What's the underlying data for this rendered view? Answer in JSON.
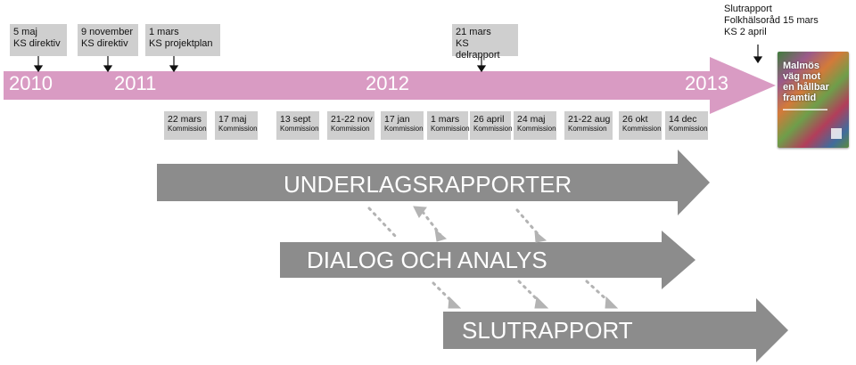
{
  "colors": {
    "timeline": "#d99bc3",
    "phase_arrow": "#8c8c8c",
    "box": "#cfcfcf",
    "dotted": "#b3b3b3"
  },
  "timeline": {
    "years": [
      "2010",
      "2011",
      "2012",
      "2013"
    ]
  },
  "top_events": [
    {
      "text": "5 maj\nKS direktiv"
    },
    {
      "text": "9 november\nKS direktiv"
    },
    {
      "text": "1 mars\nKS projektplan"
    },
    {
      "text": "21 mars\nKS delrapport"
    }
  ],
  "final_event": [
    "Slutrapport",
    "Folkhälsoråd 15 mars",
    "KS  2 april"
  ],
  "meetings": [
    {
      "date": "22 mars",
      "label": "Kommission"
    },
    {
      "date": "17 maj",
      "label": "Kommission"
    },
    {
      "date": "13 sept",
      "label": "Kommission"
    },
    {
      "date": "21-22 nov",
      "label": "Kommission"
    },
    {
      "date": "17 jan",
      "label": "Kommission"
    },
    {
      "date": "1 mars",
      "label": "Kommission"
    },
    {
      "date": "26 april",
      "label": "Kommission"
    },
    {
      "date": "24 maj",
      "label": "Kommission"
    },
    {
      "date": "21-22 aug",
      "label": "Kommission"
    },
    {
      "date": "26 okt",
      "label": "Kommission"
    },
    {
      "date": "14 dec",
      "label": "Kommission"
    }
  ],
  "book": {
    "title": "Malmös\nväg mot\nen hållbar\nframtid"
  },
  "phases": [
    "UNDERLAGSRAPPORTER",
    "DIALOG OCH ANALYS",
    "SLUTRAPPORT"
  ]
}
